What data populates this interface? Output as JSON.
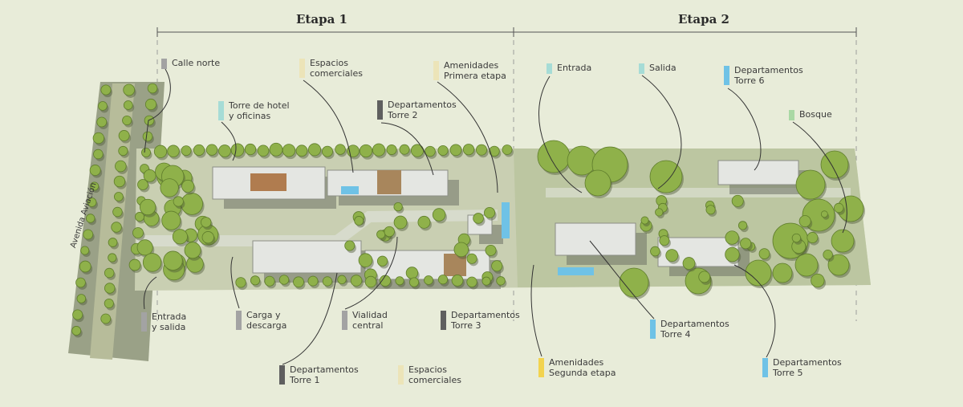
{
  "stages": [
    {
      "title": "Etapa 1"
    },
    {
      "title": "Etapa 2"
    }
  ],
  "road_label": "Avenida Aviación",
  "colors": {
    "background": "#e8ecd9",
    "gray_light": "#a3a3a3",
    "gray_dark": "#5f5f5f",
    "cream": "#ece4b8",
    "cyan_light": "#a6dcd6",
    "blue": "#6fc2e6",
    "yellow": "#f2d34f",
    "green": "#a9d8a4"
  },
  "legend": [
    {
      "id": "calle-norte",
      "line1": "Calle norte",
      "line2": "",
      "color": "gray_light"
    },
    {
      "id": "espacios-comerciales-norte",
      "line1": "Espacios",
      "line2": "comerciales",
      "color": "cream"
    },
    {
      "id": "amenidades-primera",
      "line1": "Amenidades",
      "line2": "Primera etapa",
      "color": "cream"
    },
    {
      "id": "torre-hotel",
      "line1": "Torre de hotel",
      "line2": "y oficinas",
      "color": "cyan_light"
    },
    {
      "id": "torre-2",
      "line1": "Departamentos",
      "line2": "Torre 2",
      "color": "gray_dark"
    },
    {
      "id": "entrada",
      "line1": "Entrada",
      "line2": "",
      "color": "cyan_light"
    },
    {
      "id": "salida",
      "line1": "Salida",
      "line2": "",
      "color": "cyan_light"
    },
    {
      "id": "torre-6",
      "line1": "Departamentos",
      "line2": "Torre 6",
      "color": "blue"
    },
    {
      "id": "bosque",
      "line1": "Bosque",
      "line2": "",
      "color": "green"
    },
    {
      "id": "entrada-salida",
      "line1": "Entrada",
      "line2": "y salida",
      "color": "gray_light"
    },
    {
      "id": "carga-descarga",
      "line1": "Carga y",
      "line2": "descarga",
      "color": "gray_light"
    },
    {
      "id": "vialidad-central",
      "line1": "Vialidad",
      "line2": "central",
      "color": "gray_light"
    },
    {
      "id": "torre-3",
      "line1": "Departamentos",
      "line2": "Torre 3",
      "color": "gray_dark"
    },
    {
      "id": "torre-4",
      "line1": "Departamentos",
      "line2": "Torre 4",
      "color": "blue"
    },
    {
      "id": "torre-1",
      "line1": "Departamentos",
      "line2": "Torre 1",
      "color": "gray_dark"
    },
    {
      "id": "espacios-comerciales-sur",
      "line1": "Espacios",
      "line2": "comerciales",
      "color": "cream"
    },
    {
      "id": "amenidades-segunda",
      "line1": "Amenidades",
      "line2": "Segunda etapa",
      "color": "yellow"
    },
    {
      "id": "torre-5",
      "line1": "Departamentos",
      "line2": "Torre 5",
      "color": "blue"
    }
  ]
}
